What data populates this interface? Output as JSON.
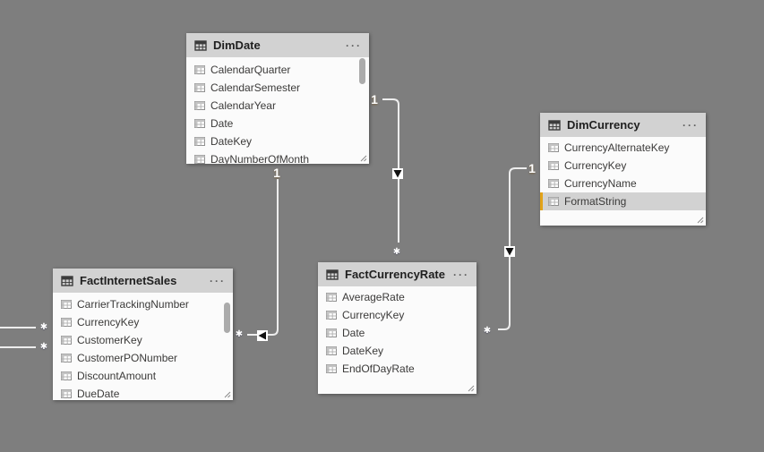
{
  "ui": {
    "more_options": "···",
    "cardinality_one": "1",
    "cardinality_many": "*"
  },
  "colors": {
    "canvas_bg": "#7E7E7E",
    "table_header_bg": "#D2D2D2",
    "table_body_bg": "#FBFBFB",
    "selected_field_bg": "#D2D2D2",
    "selected_field_bar": "#E2A319",
    "relationship_line": "#EDEDED",
    "arrow_glyph": "#111111",
    "title_text": "#1F1F1F",
    "field_text": "#3B3A39"
  },
  "tables": [
    {
      "title": "DimDate",
      "fields": [
        "CalendarQuarter",
        "CalendarSemester",
        "CalendarYear",
        "Date",
        "DateKey",
        "DayNumberOfMonth"
      ],
      "selected_field": null,
      "scrollbar": true,
      "fields_clipped": true
    },
    {
      "title": "FactInternetSales",
      "fields": [
        "CarrierTrackingNumber",
        "CurrencyKey",
        "CustomerKey",
        "CustomerPONumber",
        "DiscountAmount",
        "DueDate"
      ],
      "selected_field": null,
      "scrollbar": true,
      "fields_clipped": true
    },
    {
      "title": "FactCurrencyRate",
      "fields": [
        "AverageRate",
        "CurrencyKey",
        "Date",
        "DateKey",
        "EndOfDayRate"
      ],
      "selected_field": null,
      "scrollbar": false,
      "fields_clipped": false
    },
    {
      "title": "DimCurrency",
      "fields": [
        "CurrencyAlternateKey",
        "CurrencyKey",
        "CurrencyName",
        "FormatString"
      ],
      "selected_field": "FormatString",
      "scrollbar": false,
      "fields_clipped": false
    }
  ],
  "relationships": [
    {
      "from_table": "DimDate",
      "to_table": "FactInternetSales",
      "from_card": "1",
      "to_card": "*",
      "arrow_direction": "left"
    },
    {
      "from_table": "DimDate",
      "to_table": "FactCurrencyRate",
      "from_card": "1",
      "to_card": "*",
      "arrow_direction": "down"
    },
    {
      "from_table": "DimCurrency",
      "to_table": "FactCurrencyRate",
      "from_card": "1",
      "to_card": "*",
      "arrow_direction": "down"
    },
    {
      "from_table": "offscreen-left",
      "to_table": "FactInternetSales",
      "to_card": "*"
    },
    {
      "from_table": "offscreen-left",
      "to_table": "FactInternetSales",
      "to_card": "*"
    }
  ]
}
